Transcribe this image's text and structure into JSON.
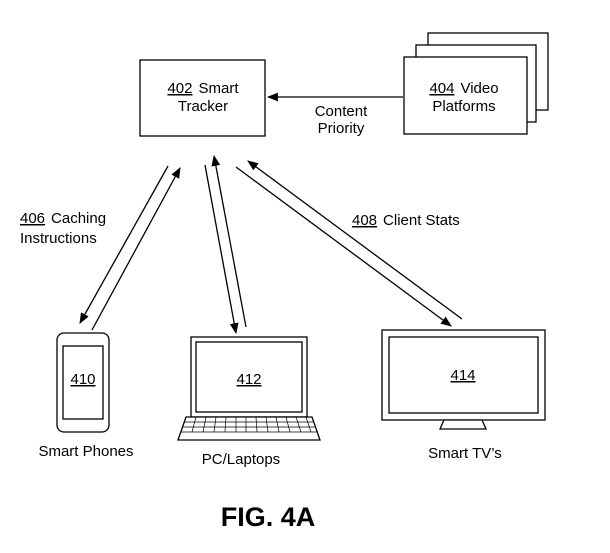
{
  "smart_tracker": {
    "ref": "402",
    "label_line1": "Smart",
    "label_line2": "Tracker"
  },
  "video_platforms": {
    "ref": "404",
    "label_line1": "Video",
    "label_line2": "Platforms"
  },
  "content_priority": {
    "line1": "Content",
    "line2": "Priority"
  },
  "caching_instructions": {
    "ref": "406",
    "line1": "Caching",
    "line2": "Instructions"
  },
  "client_stats": {
    "ref": "408",
    "label": "Client Stats"
  },
  "smart_phone": {
    "ref": "410",
    "label": "Smart Phones"
  },
  "laptop": {
    "ref": "412",
    "label": "PC/Laptops"
  },
  "smart_tv": {
    "ref": "414",
    "label": "Smart TV’s"
  },
  "figure_label": "FIG. 4A"
}
